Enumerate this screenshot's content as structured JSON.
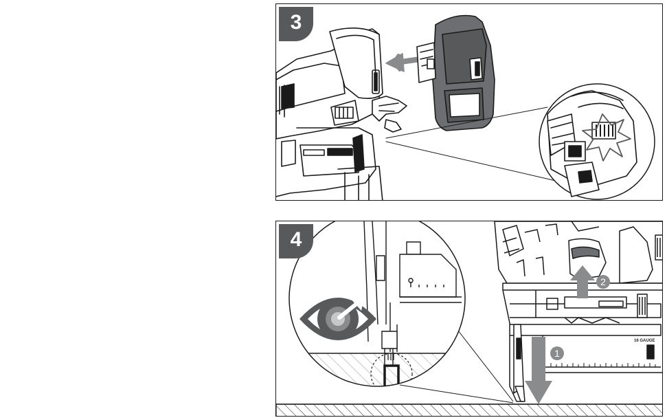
{
  "steps": [
    {
      "number": "3"
    },
    {
      "number": "4",
      "callouts": [
        "1",
        "2"
      ],
      "label": "16 GAUGE"
    }
  ],
  "colors": {
    "badge": "#58595b",
    "battery": "#6d6e71",
    "line": "#1a1a1a",
    "eye": "#58595b"
  },
  "icons": [
    "arrow-left-icon",
    "eye-icon",
    "arrow-down-icon",
    "arrow-up-icon",
    "spark-icon"
  ]
}
